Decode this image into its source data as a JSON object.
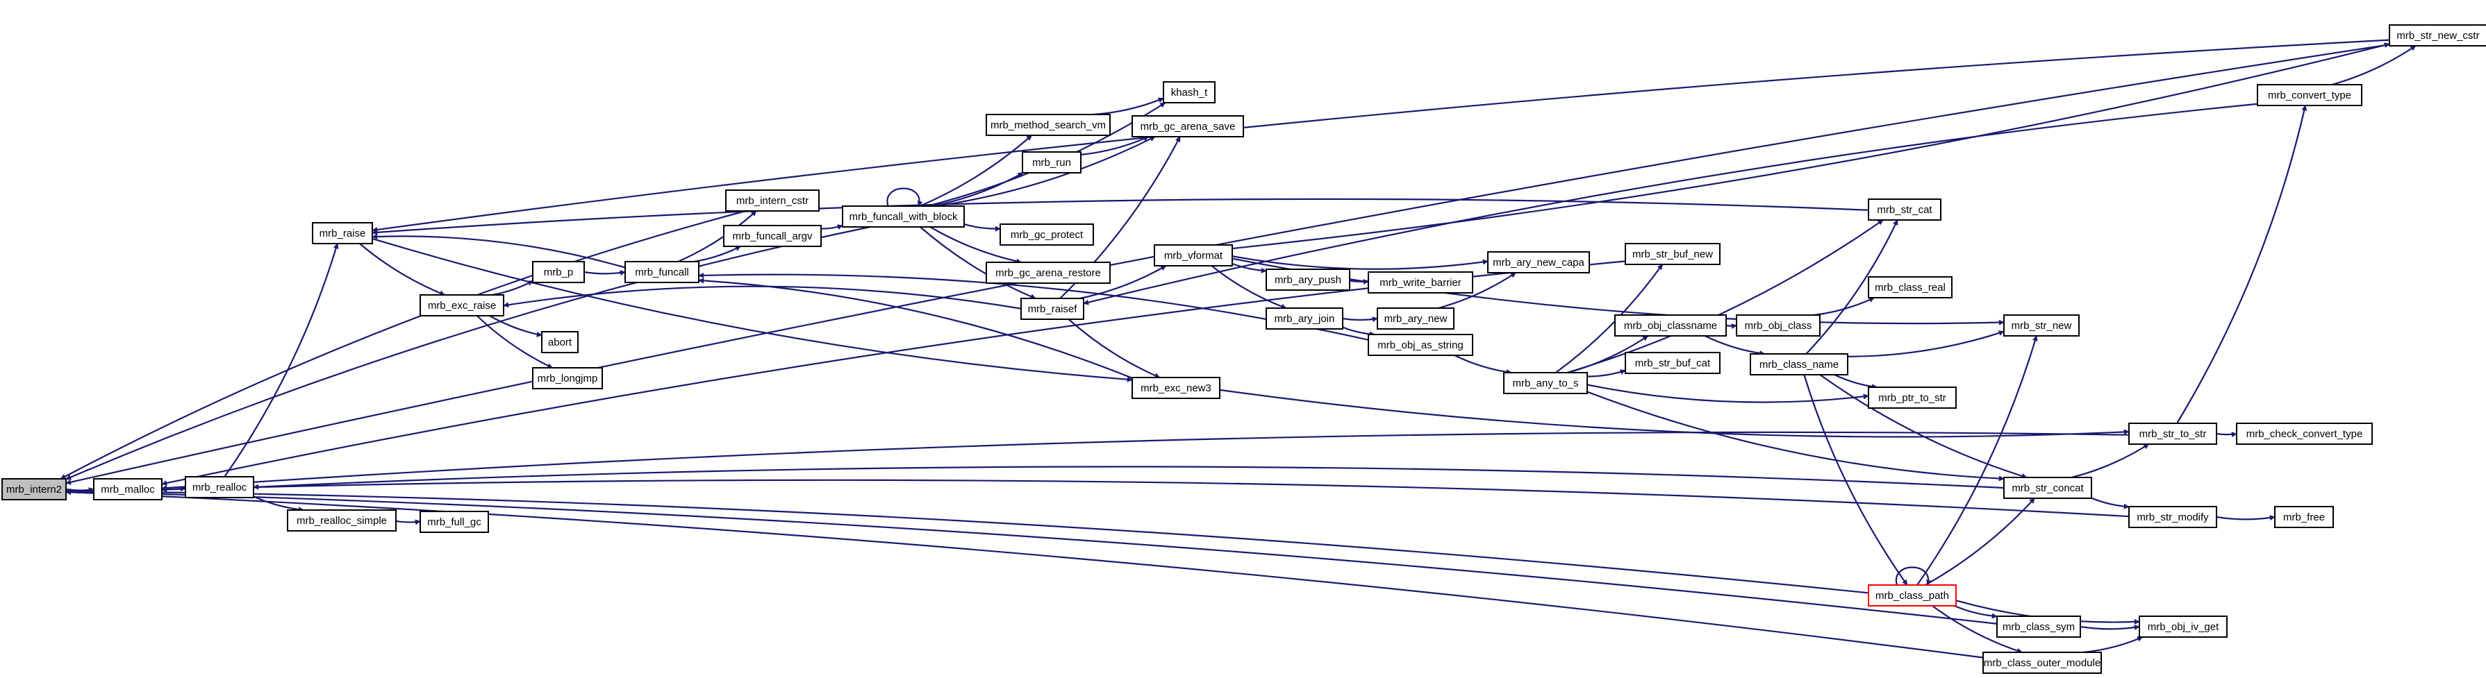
{
  "nodes": [
    {
      "id": "mrb_intern2",
      "label": "mrb_intern2",
      "root": true
    },
    {
      "id": "mrb_malloc",
      "label": "mrb_malloc"
    },
    {
      "id": "mrb_realloc",
      "label": "mrb_realloc"
    },
    {
      "id": "mrb_realloc_simple",
      "label": "mrb_realloc_simple"
    },
    {
      "id": "mrb_full_gc",
      "label": "mrb_full_gc"
    },
    {
      "id": "mrb_raise",
      "label": "mrb_raise"
    },
    {
      "id": "mrb_exc_raise",
      "label": "mrb_exc_raise"
    },
    {
      "id": "mrb_p",
      "label": "mrb_p"
    },
    {
      "id": "abort",
      "label": "abort"
    },
    {
      "id": "mrb_longjmp",
      "label": "mrb_longjmp"
    },
    {
      "id": "mrb_funcall",
      "label": "mrb_funcall"
    },
    {
      "id": "mrb_intern_cstr",
      "label": "mrb_intern_cstr"
    },
    {
      "id": "mrb_funcall_argv",
      "label": "mrb_funcall_argv"
    },
    {
      "id": "mrb_funcall_with_block",
      "label": "mrb_funcall_with_block"
    },
    {
      "id": "khash_t",
      "label": "khash_t"
    },
    {
      "id": "mrb_method_search_vm",
      "label": "mrb_method_search_vm"
    },
    {
      "id": "mrb_run",
      "label": "mrb_run"
    },
    {
      "id": "mrb_gc_arena_save",
      "label": "mrb_gc_arena_save"
    },
    {
      "id": "mrb_gc_protect",
      "label": "mrb_gc_protect"
    },
    {
      "id": "mrb_gc_arena_restore",
      "label": "mrb_gc_arena_restore"
    },
    {
      "id": "mrb_raisef",
      "label": "mrb_raisef"
    },
    {
      "id": "mrb_exc_new3",
      "label": "mrb_exc_new3"
    },
    {
      "id": "mrb_vformat",
      "label": "mrb_vformat"
    },
    {
      "id": "mrb_ary_push",
      "label": "mrb_ary_push"
    },
    {
      "id": "mrb_write_barrier",
      "label": "mrb_write_barrier"
    },
    {
      "id": "mrb_ary_join",
      "label": "mrb_ary_join"
    },
    {
      "id": "mrb_ary_new",
      "label": "mrb_ary_new"
    },
    {
      "id": "mrb_ary_new_capa",
      "label": "mrb_ary_new_capa"
    },
    {
      "id": "mrb_obj_as_string",
      "label": "mrb_obj_as_string"
    },
    {
      "id": "mrb_any_to_s",
      "label": "mrb_any_to_s"
    },
    {
      "id": "mrb_str_buf_new",
      "label": "mrb_str_buf_new"
    },
    {
      "id": "mrb_obj_classname",
      "label": "mrb_obj_classname"
    },
    {
      "id": "mrb_str_buf_cat",
      "label": "mrb_str_buf_cat"
    },
    {
      "id": "mrb_obj_class",
      "label": "mrb_obj_class"
    },
    {
      "id": "mrb_class_name",
      "label": "mrb_class_name"
    },
    {
      "id": "mrb_str_cat",
      "label": "mrb_str_cat"
    },
    {
      "id": "mrb_class_real",
      "label": "mrb_class_real"
    },
    {
      "id": "mrb_ptr_to_str",
      "label": "mrb_ptr_to_str"
    },
    {
      "id": "mrb_str_new",
      "label": "mrb_str_new"
    },
    {
      "id": "mrb_str_new_cstr",
      "label": "mrb_str_new_cstr"
    },
    {
      "id": "mrb_convert_type",
      "label": "mrb_convert_type"
    },
    {
      "id": "mrb_str_to_str",
      "label": "mrb_str_to_str"
    },
    {
      "id": "mrb_check_convert_type",
      "label": "mrb_check_convert_type"
    },
    {
      "id": "mrb_str_concat",
      "label": "mrb_str_concat"
    },
    {
      "id": "mrb_str_modify",
      "label": "mrb_str_modify"
    },
    {
      "id": "mrb_free",
      "label": "mrb_free"
    },
    {
      "id": "mrb_class_path",
      "label": "mrb_class_path",
      "red": true
    },
    {
      "id": "mrb_class_sym",
      "label": "mrb_class_sym"
    },
    {
      "id": "mrb_obj_iv_get",
      "label": "mrb_obj_iv_get"
    },
    {
      "id": "mrb_class_outer_module",
      "label": "mrb_class_outer_module"
    }
  ],
  "edges": [
    [
      "mrb_intern2",
      "mrb_malloc"
    ],
    [
      "mrb_malloc",
      "mrb_realloc"
    ],
    [
      "mrb_realloc",
      "mrb_raise"
    ],
    [
      "mrb_realloc",
      "mrb_realloc_simple"
    ],
    [
      "mrb_realloc_simple",
      "mrb_full_gc"
    ],
    [
      "mrb_raise",
      "mrb_exc_raise"
    ],
    [
      "mrb_raise",
      "mrb_exc_new3"
    ],
    [
      "mrb_exc_raise",
      "mrb_p"
    ],
    [
      "mrb_exc_raise",
      "abort"
    ],
    [
      "mrb_exc_raise",
      "mrb_longjmp"
    ],
    [
      "mrb_p",
      "mrb_funcall"
    ],
    [
      "mrb_funcall",
      "mrb_raise"
    ],
    [
      "mrb_funcall",
      "mrb_intern_cstr"
    ],
    [
      "mrb_funcall",
      "mrb_funcall_argv"
    ],
    [
      "mrb_intern_cstr",
      "mrb_intern2"
    ],
    [
      "mrb_funcall_argv",
      "mrb_funcall_with_block"
    ],
    [
      "mrb_funcall_with_block",
      "mrb_funcall_with_block"
    ],
    [
      "mrb_funcall_with_block",
      "khash_t"
    ],
    [
      "mrb_funcall_with_block",
      "mrb_method_search_vm"
    ],
    [
      "mrb_funcall_with_block",
      "mrb_run"
    ],
    [
      "mrb_funcall_with_block",
      "mrb_gc_arena_save"
    ],
    [
      "mrb_funcall_with_block",
      "mrb_gc_protect"
    ],
    [
      "mrb_funcall_with_block",
      "mrb_gc_arena_restore"
    ],
    [
      "mrb_funcall_with_block",
      "mrb_raisef"
    ],
    [
      "mrb_funcall_with_block",
      "mrb_intern2"
    ],
    [
      "mrb_method_search_vm",
      "khash_t"
    ],
    [
      "mrb_run",
      "mrb_gc_arena_save"
    ],
    [
      "mrb_raisef",
      "mrb_exc_raise"
    ],
    [
      "mrb_raisef",
      "mrb_vformat"
    ],
    [
      "mrb_raisef",
      "mrb_exc_new3"
    ],
    [
      "mrb_raisef",
      "mrb_gc_arena_save"
    ],
    [
      "mrb_exc_new3",
      "mrb_funcall"
    ],
    [
      "mrb_exc_new3",
      "mrb_str_to_str"
    ],
    [
      "mrb_vformat",
      "mrb_ary_push"
    ],
    [
      "mrb_vformat",
      "mrb_ary_join"
    ],
    [
      "mrb_vformat",
      "mrb_ary_new_capa"
    ],
    [
      "mrb_vformat",
      "mrb_str_new"
    ],
    [
      "mrb_vformat",
      "mrb_str_new_cstr"
    ],
    [
      "mrb_ary_push",
      "mrb_write_barrier"
    ],
    [
      "mrb_ary_join",
      "mrb_ary_new"
    ],
    [
      "mrb_ary_join",
      "mrb_obj_as_string"
    ],
    [
      "mrb_ary_new",
      "mrb_ary_new_capa"
    ],
    [
      "mrb_obj_as_string",
      "mrb_funcall"
    ],
    [
      "mrb_obj_as_string",
      "mrb_any_to_s"
    ],
    [
      "mrb_any_to_s",
      "mrb_str_buf_new"
    ],
    [
      "mrb_any_to_s",
      "mrb_obj_classname"
    ],
    [
      "mrb_any_to_s",
      "mrb_str_buf_cat"
    ],
    [
      "mrb_any_to_s",
      "mrb_str_cat"
    ],
    [
      "mrb_any_to_s",
      "mrb_ptr_to_str"
    ],
    [
      "mrb_any_to_s",
      "mrb_str_concat"
    ],
    [
      "mrb_str_buf_new",
      "mrb_malloc"
    ],
    [
      "mrb_obj_classname",
      "mrb_obj_class"
    ],
    [
      "mrb_obj_classname",
      "mrb_class_name"
    ],
    [
      "mrb_obj_class",
      "mrb_class_real"
    ],
    [
      "mrb_class_name",
      "mrb_str_cat"
    ],
    [
      "mrb_class_name",
      "mrb_str_new"
    ],
    [
      "mrb_class_name",
      "mrb_ptr_to_str"
    ],
    [
      "mrb_class_name",
      "mrb_str_concat"
    ],
    [
      "mrb_class_name",
      "mrb_class_path"
    ],
    [
      "mrb_str_cat",
      "mrb_raise"
    ],
    [
      "mrb_convert_type",
      "mrb_str_new_cstr"
    ],
    [
      "mrb_convert_type",
      "mrb_raisef"
    ],
    [
      "mrb_str_new_cstr",
      "mrb_raise"
    ],
    [
      "mrb_str_new_cstr",
      "mrb_intern2"
    ],
    [
      "mrb_str_to_str",
      "mrb_convert_type"
    ],
    [
      "mrb_str_to_str",
      "mrb_check_convert_type"
    ],
    [
      "mrb_str_to_str",
      "mrb_malloc"
    ],
    [
      "mrb_str_concat",
      "mrb_str_to_str"
    ],
    [
      "mrb_str_concat",
      "mrb_str_modify"
    ],
    [
      "mrb_str_concat",
      "mrb_realloc"
    ],
    [
      "mrb_str_modify",
      "mrb_free"
    ],
    [
      "mrb_str_modify",
      "mrb_malloc"
    ],
    [
      "mrb_class_path",
      "mrb_class_path"
    ],
    [
      "mrb_class_path",
      "mrb_str_new"
    ],
    [
      "mrb_class_path",
      "mrb_str_concat"
    ],
    [
      "mrb_class_path",
      "mrb_class_sym"
    ],
    [
      "mrb_class_path",
      "mrb_obj_iv_get"
    ],
    [
      "mrb_class_path",
      "mrb_class_outer_module"
    ],
    [
      "mrb_class_path",
      "mrb_intern2"
    ],
    [
      "mrb_class_sym",
      "mrb_obj_iv_get"
    ],
    [
      "mrb_class_sym",
      "mrb_intern2"
    ],
    [
      "mrb_class_outer_module",
      "mrb_obj_iv_get"
    ],
    [
      "mrb_class_outer_module",
      "mrb_intern2"
    ]
  ]
}
